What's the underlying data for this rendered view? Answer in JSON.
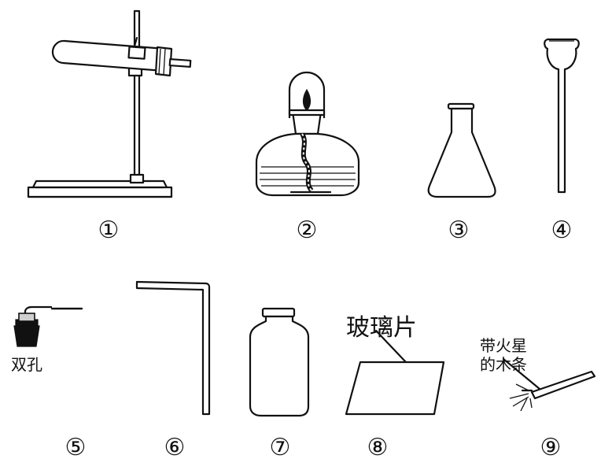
{
  "figure": {
    "items": [
      {
        "id": "1",
        "number": "①"
      },
      {
        "id": "2",
        "number": "②"
      },
      {
        "id": "3",
        "number": "③"
      },
      {
        "id": "4",
        "number": "④"
      },
      {
        "id": "5",
        "number": "⑤",
        "label": "双孔"
      },
      {
        "id": "6",
        "number": "⑥"
      },
      {
        "id": "7",
        "number": "⑦"
      },
      {
        "id": "8",
        "number": "⑧",
        "label": "玻璃片"
      },
      {
        "id": "9",
        "number": "⑨",
        "label_line1": "带火星",
        "label_line2": "的木条"
      }
    ]
  }
}
